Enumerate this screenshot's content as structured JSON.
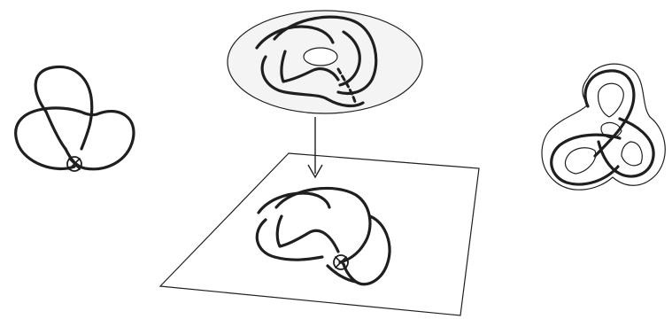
{
  "figure": {
    "panels": [
      "virtual-knot-diagram",
      "surface-and-projection",
      "thickened-knot"
    ],
    "virtual_crossing_symbol": "circle-cross",
    "arrow_direction": "down",
    "colors": {
      "ink": "#1f1f1f",
      "surface_fill": "#f4f4f4",
      "background": "#ffffff"
    }
  }
}
